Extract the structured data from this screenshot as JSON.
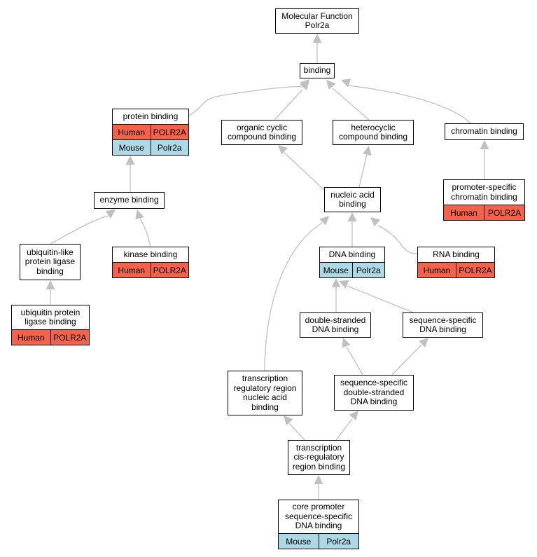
{
  "colors": {
    "human": "#f4624a",
    "mouse": "#add8e6",
    "edge": "#c0c0c0"
  },
  "nodes": {
    "molecular_function": {
      "label": "Molecular Function\nPolr2a"
    },
    "binding": {
      "label": "binding"
    },
    "protein_binding": {
      "label": "protein binding",
      "rows": [
        [
          "Human",
          "POLR2A"
        ],
        [
          "Mouse",
          "Polr2a"
        ]
      ]
    },
    "organic_cyclic": {
      "label": "organic cyclic\ncompound binding"
    },
    "heterocyclic": {
      "label": "heterocyclic\ncompound binding"
    },
    "chromatin": {
      "label": "chromatin binding"
    },
    "enzyme": {
      "label": "enzyme binding"
    },
    "nucleic_acid": {
      "label": "nucleic acid\nbinding"
    },
    "promoter_chromatin": {
      "label": "promoter-specific\nchromatin binding",
      "rows": [
        [
          "Human",
          "POLR2A"
        ]
      ]
    },
    "ubiquitin_like": {
      "label": "ubiquitin-like\nprotein ligase\nbinding"
    },
    "kinase": {
      "label": "kinase binding",
      "rows": [
        [
          "Human",
          "POLR2A"
        ]
      ]
    },
    "dna": {
      "label": "DNA binding",
      "rows": [
        [
          "Mouse",
          "Polr2a"
        ]
      ]
    },
    "rna": {
      "label": "RNA binding",
      "rows": [
        [
          "Human",
          "POLR2A"
        ]
      ]
    },
    "ubiquitin_protein": {
      "label": "ubiquitin protein\nligase binding",
      "rows": [
        [
          "Human",
          "POLR2A"
        ]
      ]
    },
    "ds_dna": {
      "label": "double-stranded\nDNA binding"
    },
    "ss_dna": {
      "label": "sequence-specific\nDNA binding"
    },
    "tr_region": {
      "label": "transcription\nregulatory region\nnucleic acid\nbinding"
    },
    "ss_ds_dna": {
      "label": "sequence-specific\ndouble-stranded\nDNA binding"
    },
    "cis_reg": {
      "label": "transcription\ncis-regulatory\nregion binding"
    },
    "core_promoter": {
      "label": "core promoter\nsequence-specific\nDNA binding",
      "rows": [
        [
          "Mouse",
          "Polr2a"
        ]
      ]
    }
  }
}
